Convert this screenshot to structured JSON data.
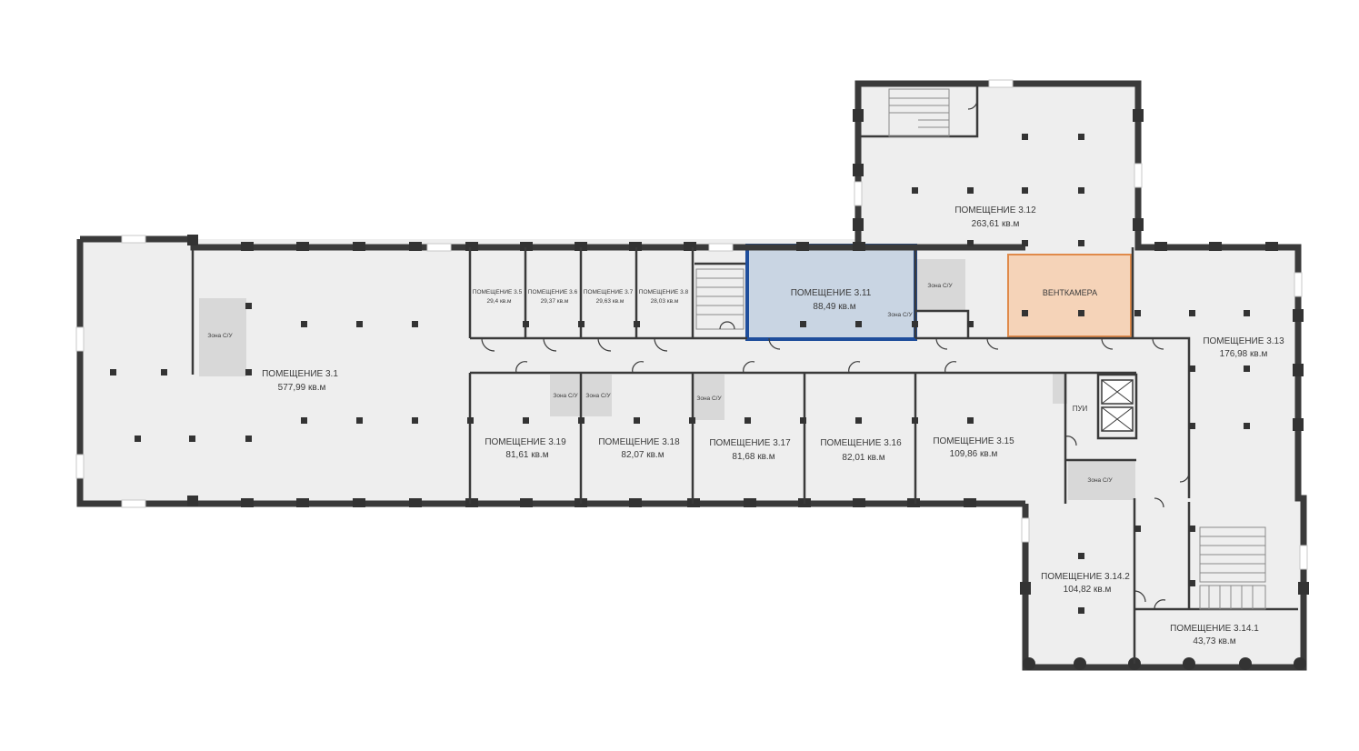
{
  "rooms": {
    "r31": {
      "name": "ПОМЕЩЕНИЕ 3.1",
      "area": "577,99 кв.м"
    },
    "r35": {
      "name": "ПОМЕЩЕНИЕ 3.5",
      "area": "29,4 кв.м"
    },
    "r36": {
      "name": "ПОМЕЩЕНИЕ 3.6",
      "area": "29,37 кв.м"
    },
    "r37": {
      "name": "ПОМЕЩЕНИЕ 3.7",
      "area": "29,63 кв.м"
    },
    "r38": {
      "name": "ПОМЕЩЕНИЕ 3.8",
      "area": "28,03 кв.м"
    },
    "r311": {
      "name": "ПОМЕЩЕНИЕ 3.11",
      "area": "88,49 кв.м"
    },
    "r312": {
      "name": "ПОМЕЩЕНИЕ 3.12",
      "area": "263,61 кв.м"
    },
    "vent": {
      "name": "ВЕНТКАМЕРА"
    },
    "r313": {
      "name": "ПОМЕЩЕНИЕ 3.13",
      "area": "176,98 кв.м"
    },
    "r319": {
      "name": "ПОМЕЩЕНИЕ 3.19",
      "area": "81,61 кв.м"
    },
    "r318": {
      "name": "ПОМЕЩЕНИЕ 3.18",
      "area": "82,07 кв.м"
    },
    "r317": {
      "name": "ПОМЕЩЕНИЕ 3.17",
      "area": "81,68 кв.м"
    },
    "r316": {
      "name": "ПОМЕЩЕНИЕ 3.16",
      "area": "82,01 кв.м"
    },
    "r315": {
      "name": "ПОМЕЩЕНИЕ 3.15",
      "area": "109,86 кв.м"
    },
    "r3142": {
      "name": "ПОМЕЩЕНИЕ 3.14.2",
      "area": "104,82 кв.м"
    },
    "r3141": {
      "name": "ПОМЕЩЕНИЕ 3.14.1",
      "area": "43,73 кв.м"
    },
    "pui": {
      "name": "ПУИ"
    }
  },
  "zone_label": "Зона С/У",
  "colors": {
    "selected_fill": "#c9d5e3",
    "selected_stroke": "#1f4e9c",
    "vent_fill": "#f5d3b8",
    "vent_stroke": "#e08a4a",
    "floor": "#eeeeee",
    "wall": "#3a3a3a"
  }
}
